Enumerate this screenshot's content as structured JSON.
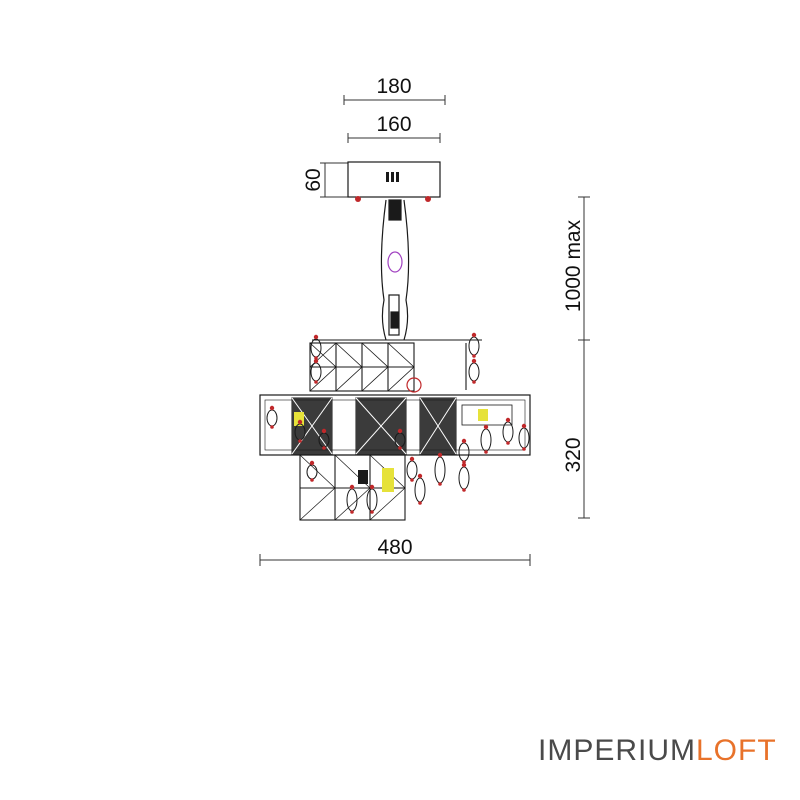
{
  "dimensions": {
    "canopy_outer_width": "180",
    "canopy_inner_width": "160",
    "canopy_height": "60",
    "suspension_length": "1000 max",
    "body_height": "320",
    "body_width": "480"
  },
  "brand": {
    "part1": "IMPERIUM",
    "part2": "LOFT",
    "color_dark": "#4a4a4a",
    "color_accent": "#e8722a"
  },
  "colors": {
    "line": "#1a1a1a",
    "crystal_red": "#c0282a",
    "lamp_yellow": "#e6e23a",
    "chain_purple": "#a040c0"
  }
}
